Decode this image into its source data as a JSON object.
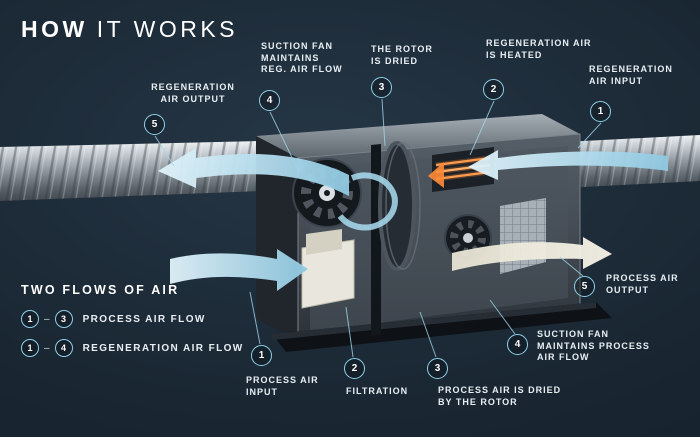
{
  "title": {
    "bold": "HOW",
    "rest": "IT WORKS"
  },
  "colors": {
    "background": "#16222d",
    "accent": "#8fd0e8",
    "heater": "#ff8c38",
    "arrow_blue": "#a9ddf1",
    "arrow_cream": "#efecdd"
  },
  "callouts": {
    "reg_output": {
      "number": "5",
      "label": "REGENERATION\nAIR OUTPUT"
    },
    "suction_reg": {
      "number": "4",
      "label": "SUCTION FAN\nMAINTAINS\nREG. AIR FLOW"
    },
    "rotor_dried": {
      "number": "3",
      "label": "THE ROTOR\nIS DRIED"
    },
    "reg_heated": {
      "number": "2",
      "label": "REGENERATION AIR\nIS HEATED"
    },
    "reg_input": {
      "number": "1",
      "label": "REGENERATION\nAIR INPUT"
    },
    "process_output": {
      "number": "5",
      "label": "PROCESS AIR\nOUTPUT"
    },
    "suction_process": {
      "number": "4",
      "label": "SUCTION FAN\nMAINTAINS PROCESS\nAIR FLOW"
    },
    "process_dried": {
      "number": "3",
      "label": "PROCESS AIR IS DRIED\nBY THE ROTOR"
    },
    "filtration": {
      "number": "2",
      "label": "FILTRATION"
    },
    "process_input": {
      "number": "1",
      "label": "PROCESS AIR\nINPUT"
    }
  },
  "legend": {
    "title": "TWO FLOWS OF AIR",
    "items": [
      {
        "from": "1",
        "sep": "–",
        "to": "3",
        "label": "PROCESS AIR FLOW"
      },
      {
        "from": "1",
        "sep": "–",
        "to": "4",
        "label": "REGENERATION AIR FLOW"
      }
    ]
  }
}
